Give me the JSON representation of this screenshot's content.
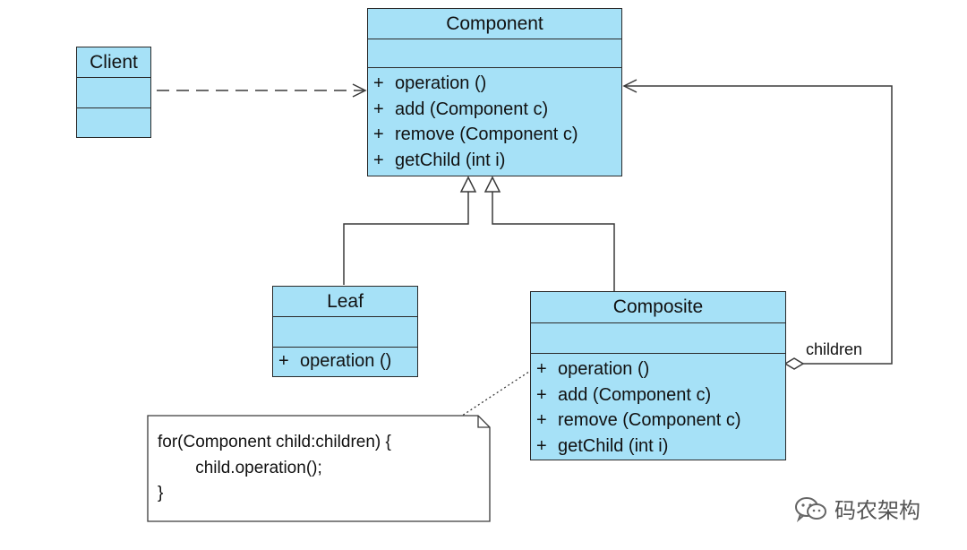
{
  "classes": {
    "component": {
      "name": "Component",
      "operations": [
        {
          "vis": "+",
          "sig": "operation ()"
        },
        {
          "vis": "+",
          "sig": "add (Component c)"
        },
        {
          "vis": "+",
          "sig": "remove (Component c)"
        },
        {
          "vis": "+",
          "sig": "getChild (int i)"
        }
      ]
    },
    "client": {
      "name": "Client"
    },
    "leaf": {
      "name": "Leaf",
      "operations": [
        {
          "vis": "+",
          "sig": "operation ()"
        }
      ]
    },
    "composite": {
      "name": "Composite",
      "operations": [
        {
          "vis": "+",
          "sig": "operation ()"
        },
        {
          "vis": "+",
          "sig": "add (Component c)"
        },
        {
          "vis": "+",
          "sig": "remove (Component c)"
        },
        {
          "vis": "+",
          "sig": "getChild (int i)"
        }
      ]
    }
  },
  "association": {
    "label": "children"
  },
  "note": {
    "lines": [
      "for(Component child:children) {",
      "        child.operation();",
      "}"
    ]
  },
  "watermark": {
    "text": "码农架构",
    "icon": "wechat-icon"
  },
  "colors": {
    "class_fill": "#a6e1f7",
    "border": "#2a2a2a",
    "line": "#3a3a3a"
  }
}
